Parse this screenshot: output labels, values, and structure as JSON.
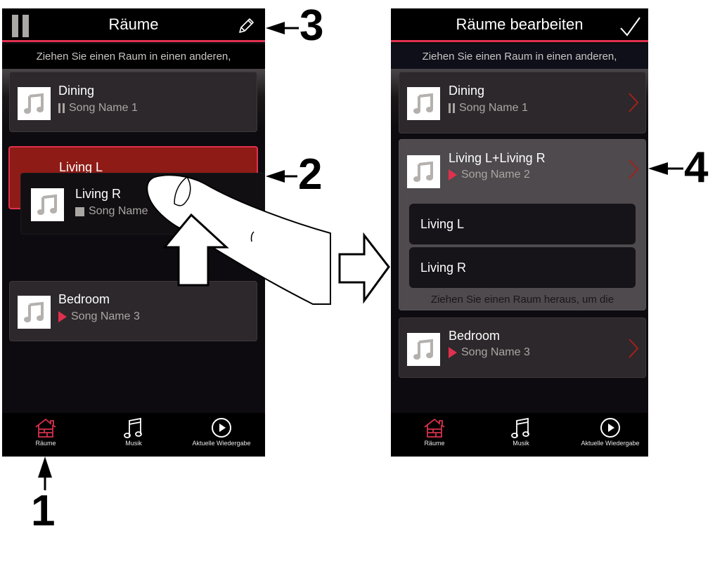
{
  "left_screen": {
    "header": {
      "title": "Räume",
      "left_icon": "pause-icon",
      "right_icon": "pencil-icon"
    },
    "hint": "Ziehen Sie einen Raum in einen anderen,",
    "rooms": [
      {
        "name": "Dining",
        "status": "paused",
        "song": "Song Name 1"
      },
      {
        "name": "Living L",
        "status": "drop-target",
        "song": ""
      },
      {
        "name": "Living R",
        "status": "stopped",
        "song": "Song Name",
        "dragging": true
      },
      {
        "name": "Bedroom",
        "status": "playing",
        "song": "Song Name 3"
      }
    ],
    "nav": [
      {
        "label": "Räume",
        "icon": "house-icon",
        "active": true
      },
      {
        "label": "Musik",
        "icon": "music-note-icon",
        "active": false
      },
      {
        "label": "Aktuelle Wiedergabe",
        "icon": "play-circle-icon",
        "active": false
      }
    ]
  },
  "right_screen": {
    "header": {
      "title": "Räume bearbeiten",
      "right_icon": "checkmark-icon"
    },
    "hint": "Ziehen Sie einen Raum in einen anderen,",
    "rooms": [
      {
        "name": "Dining",
        "status": "paused",
        "song": "Song Name 1"
      },
      {
        "name": "Living L+Living R",
        "status": "playing",
        "song": "Song Name 2",
        "members": [
          "Living L",
          "Living R"
        ],
        "group_hint": "Ziehen Sie einen Raum heraus, um die"
      },
      {
        "name": "Bedroom",
        "status": "playing",
        "song": "Song Name 3"
      }
    ],
    "nav": [
      {
        "label": "Räume",
        "icon": "house-icon",
        "active": true
      },
      {
        "label": "Musik",
        "icon": "music-note-icon",
        "active": false
      },
      {
        "label": "Aktuelle Wiedergabe",
        "icon": "play-circle-icon",
        "active": false
      }
    ]
  },
  "callouts": [
    "1",
    "2",
    "3",
    "4"
  ],
  "colors": {
    "accent": "#e0304e",
    "drop_target": "#8f1b16",
    "card": "#2d282b",
    "group_card": "#4e4a4d",
    "chevron": "#a3201c"
  }
}
